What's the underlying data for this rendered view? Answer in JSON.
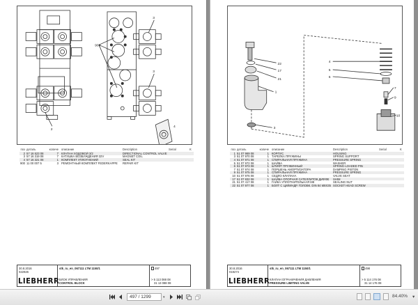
{
  "viewer": {
    "page_current": "497",
    "page_total": "1299",
    "page_display": "497 / 1299",
    "zoom_level": "84.40%",
    "nav": {
      "first_icon": "⏮",
      "prev_icon": "◀",
      "next_icon": "▶",
      "last_icon": "⏭"
    }
  },
  "left_page": {
    "figure_callouts": [
      "2",
      "3",
      "3",
      "900",
      "4"
    ],
    "table": {
      "headers": {
        "pos": "поз",
        "part": "деталь",
        "qty": "количе",
        "ru": "описание",
        "en": "Description",
        "serial": "Serial",
        "k": "K"
      },
      "rows": [
        {
          "pos": "2",
          "part": "57 16 523 08",
          "qty": "7",
          "ru": "КЛАПАН ХОДОВОЙ 3/2",
          "en": "DIRECTIONAL CONTROL VALVE"
        },
        {
          "pos": "3",
          "part": "57 16 319 08",
          "qty": "7",
          "ru": "КАТУШКА ВОЗБУЖДЕНИЯ 32V",
          "en": "MAGNET COIL"
        },
        {
          "pos": "4",
          "part": "57 16 321 08",
          "qty": "1",
          "ru": "КОМПЛЕКТ УПЛОТНЕНИЙ",
          "en": "SEAL KIT"
        },
        {
          "pos": "900",
          "part": "11 00 007 5",
          "qty": "3",
          "ru": "РЕМОНТНЫЙ КОМПЛЕКТ FEDERKAPPE",
          "en": "REPAIR KIT"
        }
      ]
    },
    "title_block": {
      "date": "30.8.2016",
      "code": "022926",
      "logo": "LIEBHERR",
      "doc": "stk_ru_en_067111 LTM 1150/1",
      "name_ru": "БЛОК УПРАВЛЕНИЯ",
      "name_en": "CONTROL BLOCK",
      "page_no": "497",
      "num1": "> 5 113 088 08",
      "num2": "31 13 088 08"
    }
  },
  "right_page": {
    "figure_callouts": [
      "22",
      "17",
      "21",
      "1",
      "3",
      "4",
      "5",
      "6",
      "7",
      "9",
      "10"
    ],
    "table": {
      "headers": {
        "pos": "поз",
        "part": "деталь",
        "qty": "количе",
        "ru": "описание",
        "en": "Description",
        "serial": "Serial",
        "k": "K"
      },
      "rows": [
        {
          "pos": "1",
          "part": "51 07 969 08",
          "qty": "1",
          "ru": "КОРПУС",
          "en": "HOUSING"
        },
        {
          "pos": "3",
          "part": "51 07 970 08",
          "qty": "1",
          "ru": "ТАРЕЛКА ПРУЖИНЫ",
          "en": "SPRING SUPPORT"
        },
        {
          "pos": "4",
          "part": "51 07 971 08",
          "qty": "1",
          "ru": "СПИРАЛЬНАЯ ПРУЖИНА",
          "en": "PRESSURE SPRING"
        },
        {
          "pos": "5",
          "part": "51 07 972 08",
          "qty": "1",
          "ru": "ШАЙБА",
          "en": "WASHER"
        },
        {
          "pos": "6",
          "part": "51 07 973 08",
          "qty": "1",
          "ru": "ШТИФТ ПРУЖИННЫЙ",
          "en": "SPRING-LOADED PIN"
        },
        {
          "pos": "7",
          "part": "51 07 974 08",
          "qty": "1",
          "ru": "ПОРШЕНЬ АМОРТИЗАТОРА",
          "en": "DAMPING PISTON"
        },
        {
          "pos": "9",
          "part": "51 07 975 08",
          "qty": "1",
          "ru": "СПИРАЛЬНАЯ ПРУЖИНА",
          "en": "PRESSURE SPRING"
        },
        {
          "pos": "10",
          "part": "51 07 976 08",
          "qty": "1",
          "ru": "СЕДЛО КЛАПАНА",
          "en": "VALVE SEAT"
        },
        {
          "pos": "17",
          "part": "51 07 832 08",
          "qty": "1",
          "ru": "ШАЙБА ОПОРНАЯ САТЕЛЛИТОВ ДИФФЕ",
          "en": "SHIM"
        },
        {
          "pos": "21",
          "part": "51 07 417 08",
          "qty": "1",
          "ru": "ГАЙКА УПЛОТНИТЕЛЬНАЯ M8",
          "en": "SEALING NUT"
        },
        {
          "pos": "22",
          "part": "51 07 977 08",
          "qty": "1",
          "ru": "БОЛТ С ЦИЛИНДР. ГОЛОВК. DIN 84 M8X35",
          "en": "SOCKET HEAD SCREW"
        }
      ]
    },
    "title_block": {
      "date": "30.8.2016",
      "code": "019274",
      "logo": "LIEBHERR",
      "doc": "stk_ru_en_067111 LTM 1150/1",
      "name_ru": "КЛАПАН ОГРАНИЧЕНИЯ ДАВЛЕНИЯ",
      "name_en": "PRESSURE LIMITING VALVE",
      "page_no": "498",
      "num1": "> 5 114 176 08",
      "num2": "31 14 176 08"
    }
  }
}
